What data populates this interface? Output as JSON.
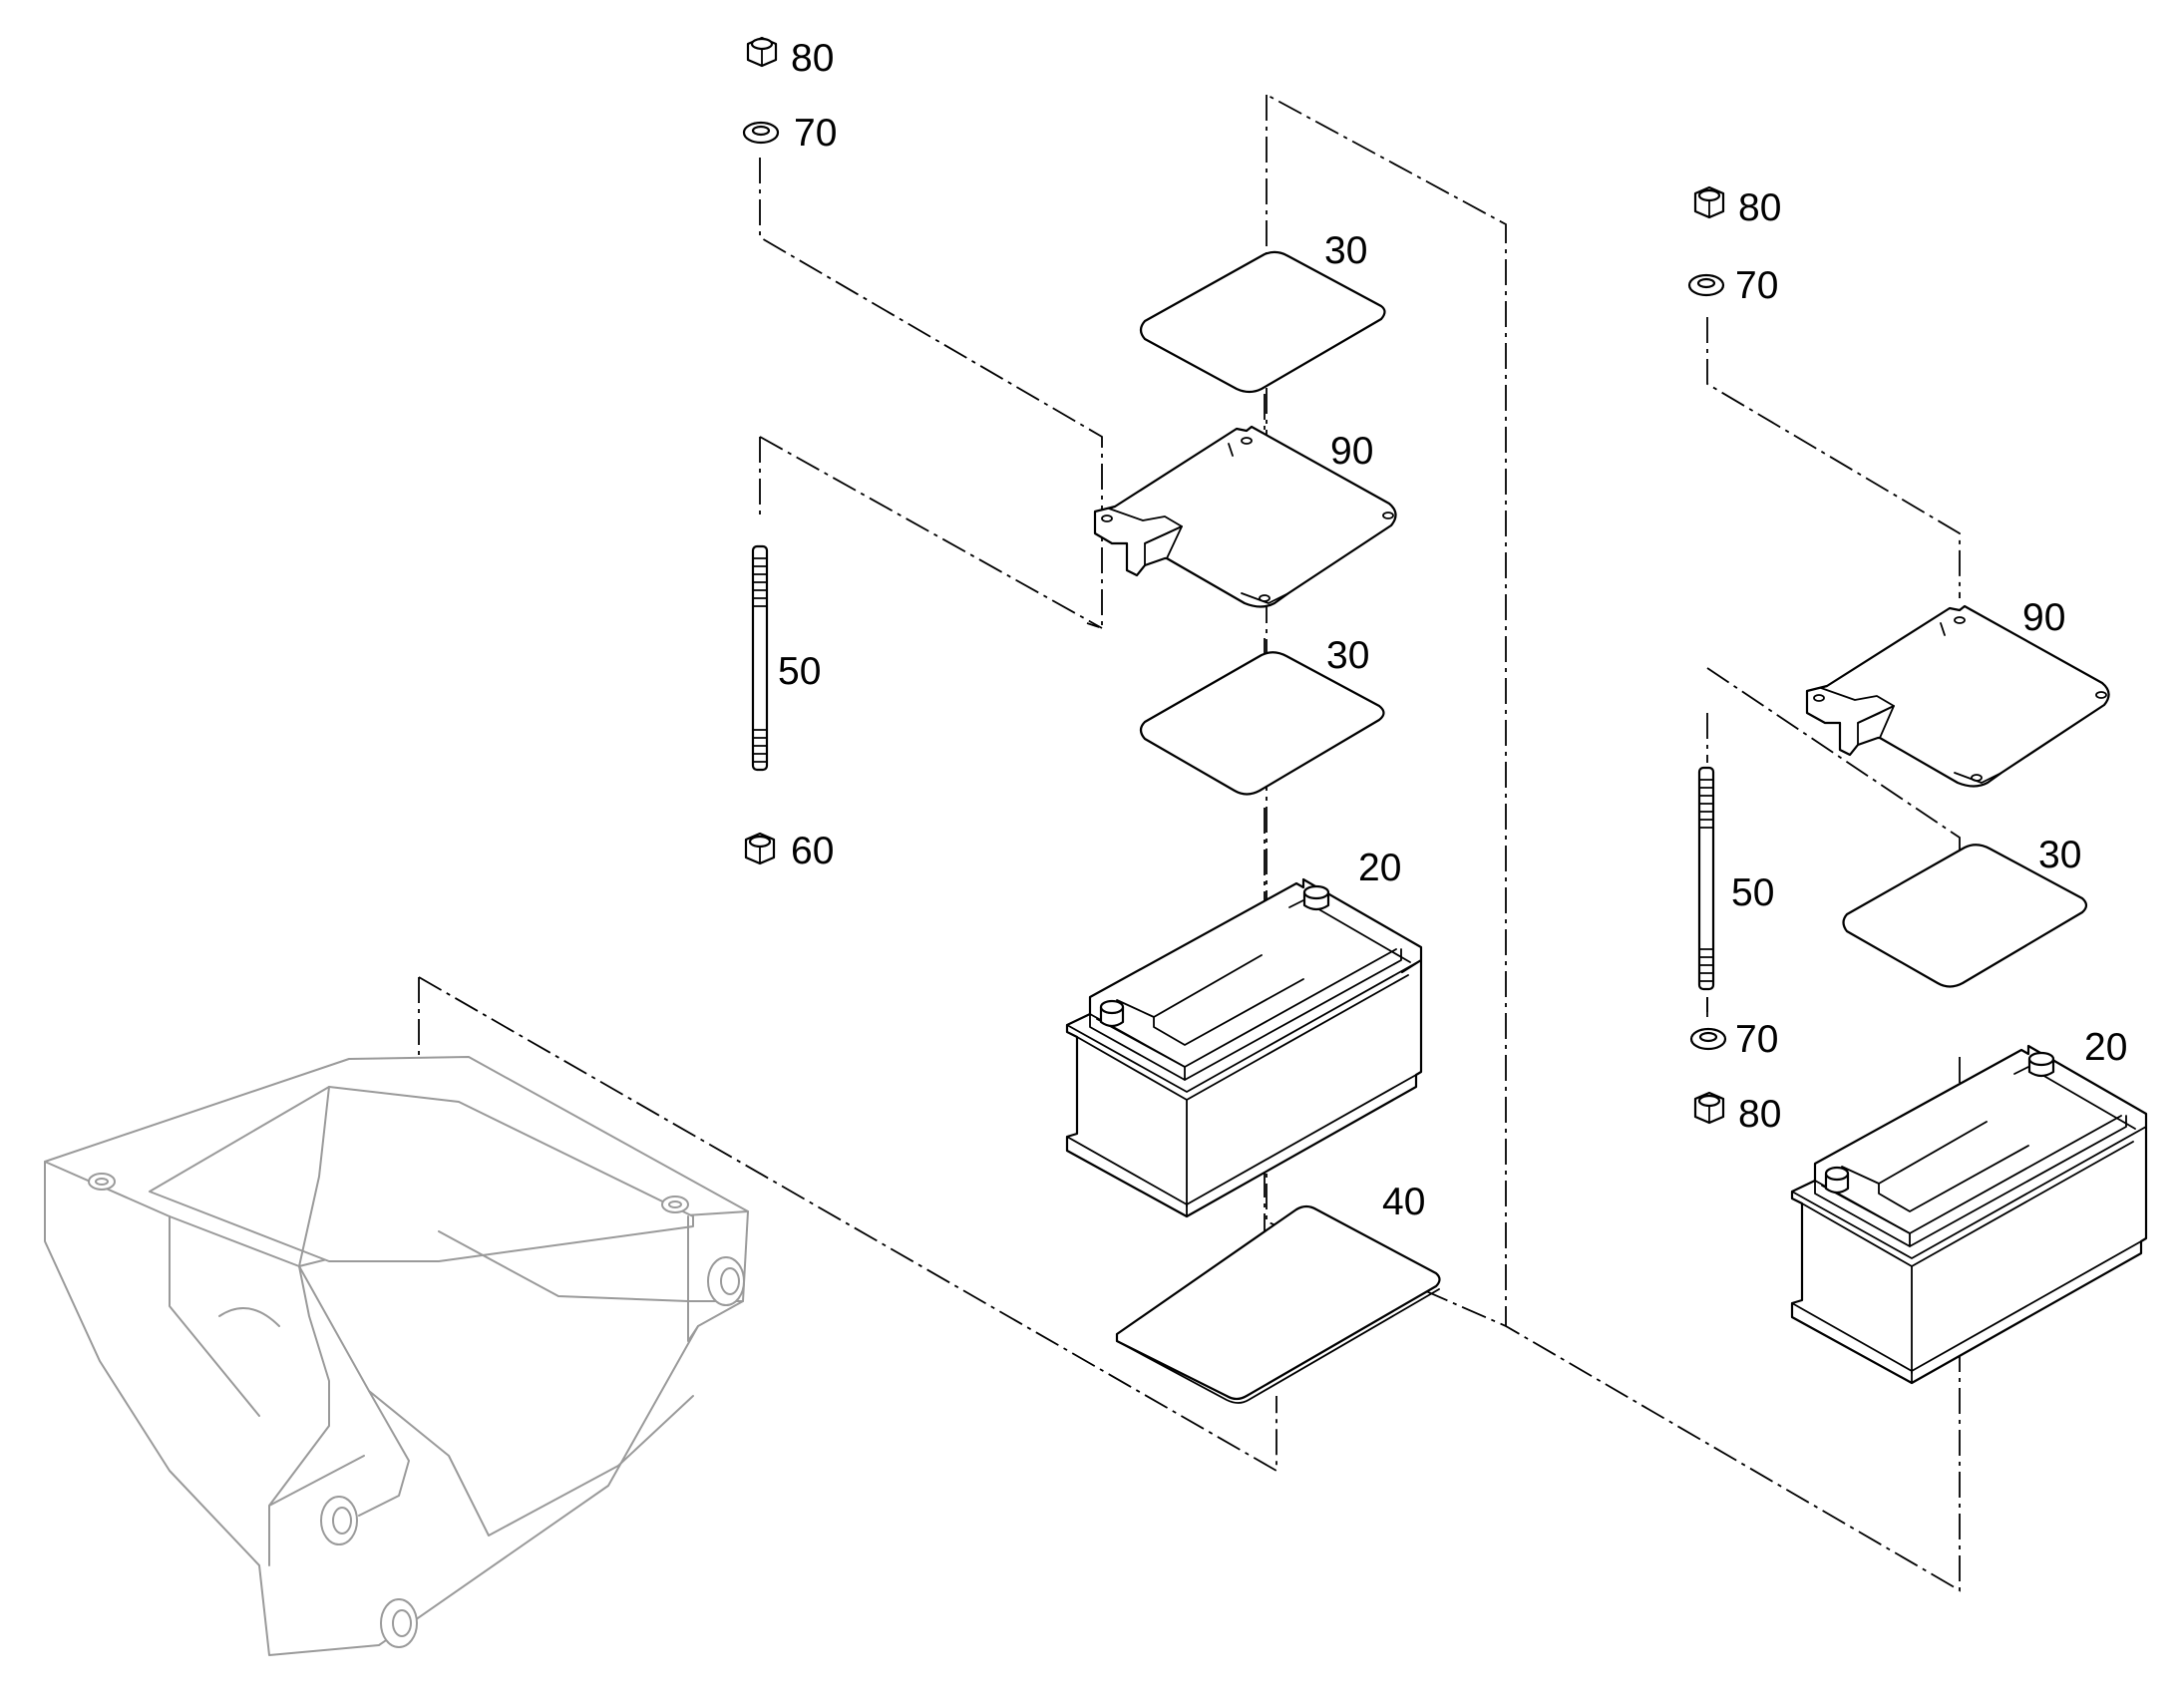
{
  "diagram": {
    "callouts": {
      "left_nut_top": "80",
      "left_washer_top": "70",
      "left_cover_top": "30",
      "left_clamp": "90",
      "left_stud": "50",
      "left_cover_mid": "30",
      "left_nut_bottom": "60",
      "left_battery": "20",
      "left_pad": "40",
      "right_nut_top": "80",
      "right_washer_top": "70",
      "right_clamp": "90",
      "right_stud": "50",
      "right_cover": "30",
      "right_washer_bottom": "70",
      "right_nut_bottom": "80",
      "right_battery": "20"
    },
    "colors": {
      "line": "#000000",
      "ghost_line": "#9a9a9a",
      "background": "#ffffff"
    }
  }
}
